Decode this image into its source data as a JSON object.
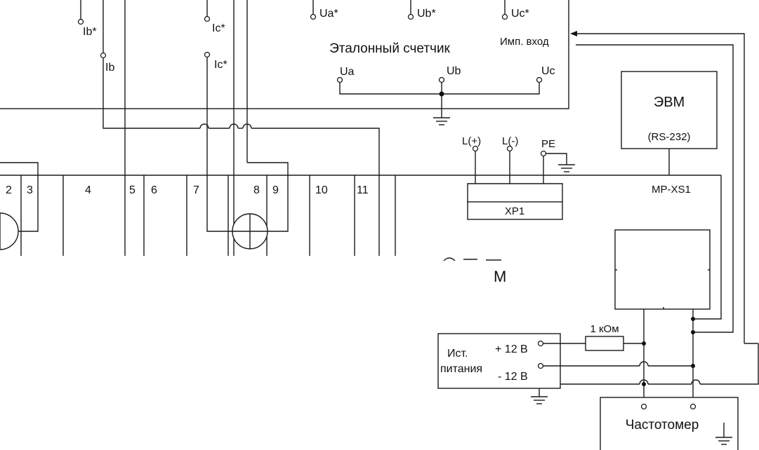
{
  "colors": {
    "line": "#1a1a1a",
    "background": "#ffffff"
  },
  "reference_meter": {
    "title": "Эталонный счетчик",
    "pulse_input": "Имп. вход",
    "voltage_star_terminals": [
      "Ua*",
      "Ub*",
      "Uc*"
    ],
    "voltage_terminals": [
      "Ua",
      "Ub",
      "Uc"
    ]
  },
  "current_terminals": [
    "Ib*",
    "Ib",
    "Ic*",
    "Ic*"
  ],
  "test_meter": {
    "terminal_numbers": [
      "2",
      "3",
      "4",
      "5",
      "6",
      "7",
      "8",
      "9",
      "10",
      "11"
    ],
    "connector_label": "MP-XS1",
    "plug_label": "XP1",
    "plug_pins": [
      "L(+)",
      "L(-)",
      "PE"
    ]
  },
  "computer": {
    "title": "ЭВМ",
    "interface": "(RS-232)"
  },
  "power_supply": {
    "title_line1": "Ист.",
    "title_line2": "питания",
    "plus": "+ 12 В",
    "minus": "- 12 В"
  },
  "resistor": {
    "label": "1 кОм"
  },
  "frequency_meter": {
    "title": "Частотомер"
  },
  "occluded_text": {
    "fragment_1": "М"
  }
}
